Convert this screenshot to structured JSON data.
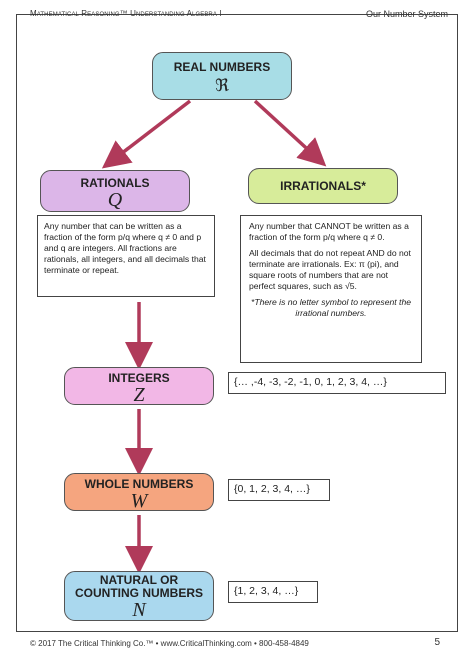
{
  "header": {
    "left": "Mathematical Reasoning™ Understanding Algebra I",
    "right": "Our Number System"
  },
  "nodes": {
    "real": {
      "title": "REAL NUMBERS",
      "symbol": "ℜ"
    },
    "rational": {
      "title": "RATIONALS",
      "symbol": "Q"
    },
    "irrational": {
      "title": "IRRATIONALS*"
    },
    "integers": {
      "title": "INTEGERS",
      "symbol": "Z"
    },
    "whole": {
      "title": "WHOLE NUMBERS",
      "symbol": "W"
    },
    "natural": {
      "title_line1": "NATURAL OR",
      "title_line2": "COUNTING NUMBERS",
      "symbol": "N"
    }
  },
  "descriptions": {
    "rational": {
      "line1": "Any number that can be written as a fraction of the form p/q where q ≠ 0 and p and q are integers.  All fractions are rationals, all integers, and all decimals that terminate or repeat."
    },
    "irrational": {
      "p1": "Any number that CANNOT be written as a fraction of the form p/q where q ≠ 0.",
      "p2": "All decimals that do not repeat AND do not terminate are irrationals. Ex: π (pi), and square roots of numbers that are not perfect squares, such as √5.",
      "note": "*There is no letter symbol to represent the irrational numbers."
    }
  },
  "sets": {
    "integers": "{… ,-4, -3, -2, -1, 0, 1, 2, 3, 4, …}",
    "whole": "{0, 1, 2, 3, 4, …}",
    "natural": "{1, 2, 3, 4, …}"
  },
  "footer": {
    "left": "© 2017 The Critical Thinking Co.™ • www.CriticalThinking.com • 800-458-4849",
    "page": "5"
  },
  "colors": {
    "arrow": "#b03a5a",
    "real": "#a8dde6",
    "rational": "#dcb6e8",
    "irrational": "#d7ec9a",
    "integers": "#f2b7e6",
    "whole": "#f5a57f",
    "natural": "#aad8ee"
  }
}
